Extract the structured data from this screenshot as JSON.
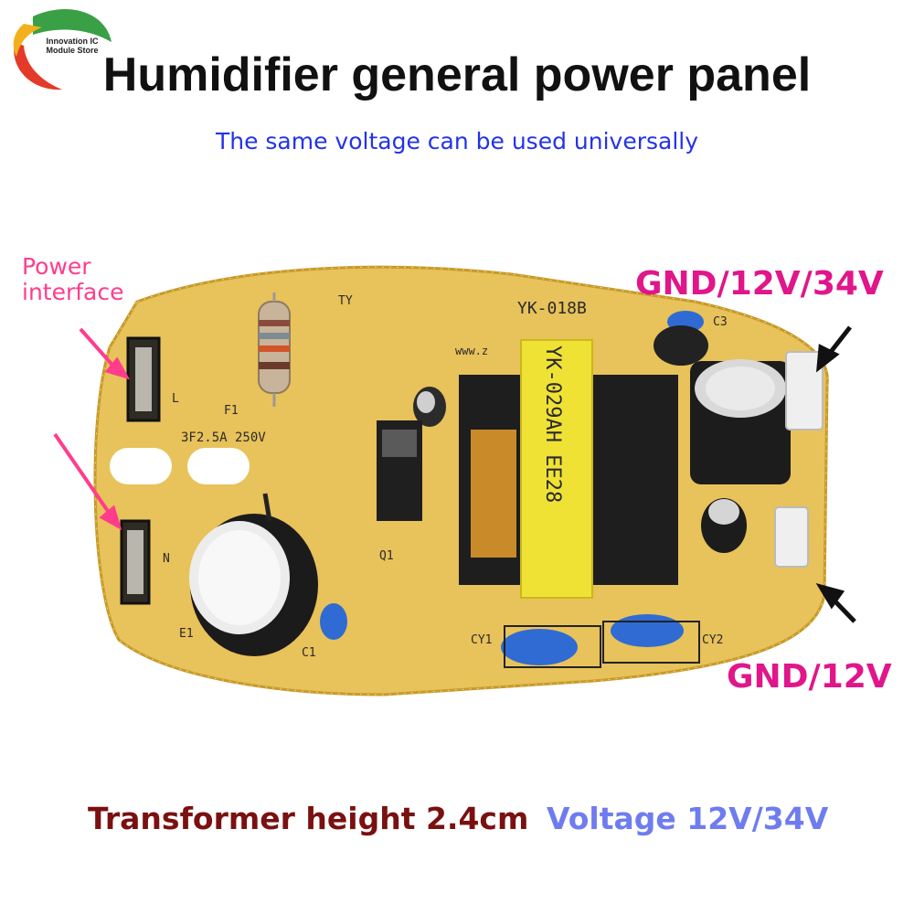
{
  "logo": {
    "line1": "Innovation IC",
    "line2": "Module Store"
  },
  "header": {
    "title": "Humidifier general power panel",
    "subtitle": "The same voltage can be used universally"
  },
  "labels": {
    "power_interface_line1": "Power",
    "power_interface_line2": "interface",
    "output_top": "GND/12V/34V",
    "output_bottom": "GND/12V"
  },
  "footer": {
    "transformer": "Transformer height 2.4cm",
    "voltage": "Voltage 12V/34V"
  },
  "board_silkscreen": {
    "model": "YK-018B",
    "ty": "TY",
    "fuse_ref": "F1",
    "fuse_rating": "3F2.5A 250V",
    "live": "L",
    "neutral": "N",
    "cap_e1": "E1",
    "cap_c1": "C1",
    "cap_c3": "C3",
    "q1": "Q1",
    "cy1": "CY1",
    "cy2": "CY2",
    "transformer_marking": "YK-029AH EE28",
    "url_fragment": "www.z"
  },
  "colors": {
    "pcb": "#e8c25a",
    "title": "#111111",
    "subtitle": "#2433e6",
    "pink": "#e0168a",
    "dark_red": "#7a1010",
    "voltage_blue": "#6f7cf0"
  }
}
